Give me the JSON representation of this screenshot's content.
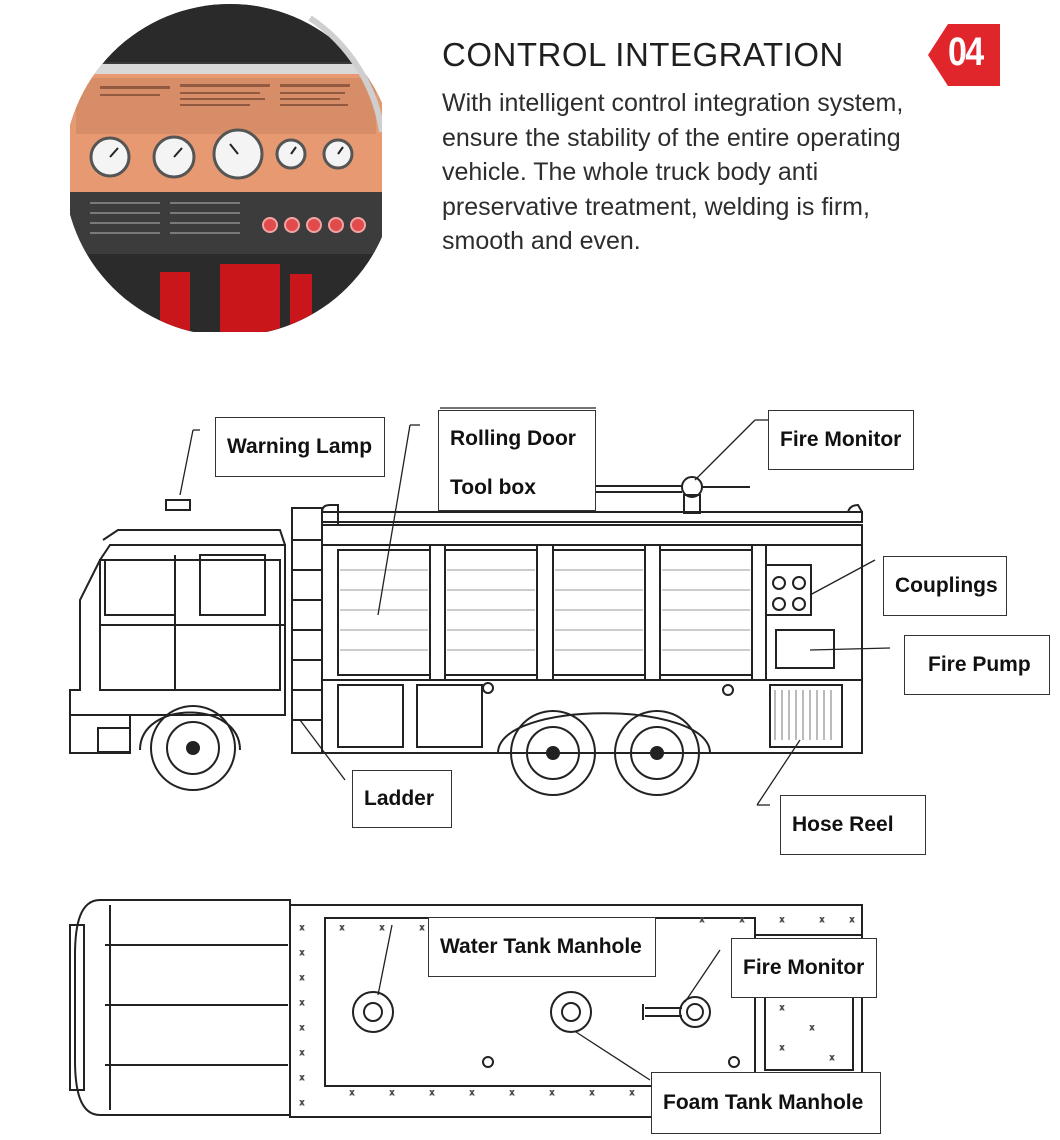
{
  "header": {
    "title": "CONTROL INTEGRATION",
    "description": "With intelligent control integration system, ensure the stability of the entire operating vehicle. The whole truck body anti preservative treatment, welding is firm, smooth and even.",
    "badge": "04",
    "badge_color": "#e0262b"
  },
  "side_view": {
    "labels": {
      "warning_lamp": "Warning Lamp",
      "rolling_door": "Rolling Door",
      "tool_box": "Tool box",
      "fire_monitor": "Fire Monitor",
      "couplings": "Couplings",
      "fire_pump": "Fire Pump",
      "ladder": "Ladder",
      "hose_reel": "Hose Reel"
    }
  },
  "top_view": {
    "labels": {
      "water_tank_manhole": "Water Tank Manhole",
      "fire_monitor": "Fire Monitor",
      "foam_tank_manhole": "Foam Tank Manhole"
    }
  },
  "colors": {
    "panel_orange": "#e79a72",
    "pump_red": "#c8161b",
    "line": "#222222"
  }
}
